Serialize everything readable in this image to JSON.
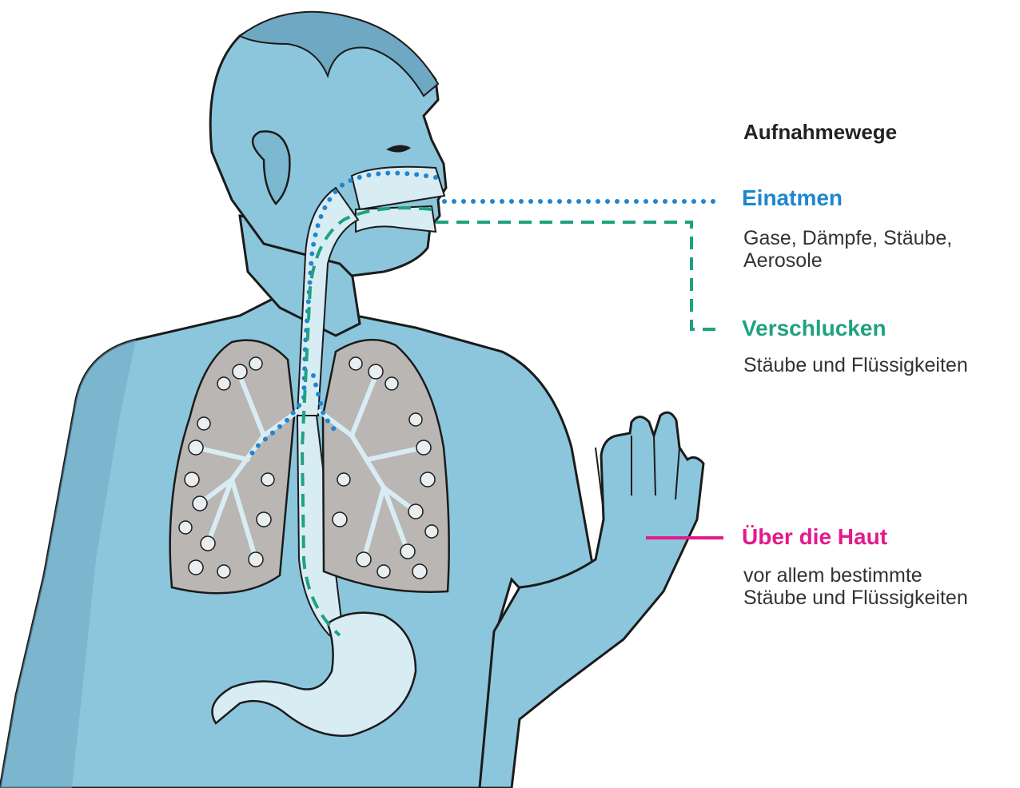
{
  "heading": "Aufnahmewege",
  "routes": [
    {
      "title": "Einatmen",
      "description": "Gase, Dämpfe, Stäube,\nAerosole",
      "color": "#1f86cf",
      "line_style": "dotted"
    },
    {
      "title": "Verschlucken",
      "description": "Stäube und Flüssigkeiten",
      "color": "#1fa281",
      "line_style": "dashed"
    },
    {
      "title": "Über die Haut",
      "description": "vor allem bestimmte\nStäube und Flüssigkeiten",
      "color": "#e4198c",
      "line_style": "solid"
    }
  ],
  "colors": {
    "body": "#8cc6dc",
    "body_shadow": "#6ea8c2",
    "lungs": "#b9b6b4",
    "airway": "#d8ecf4",
    "outline": "#1b1b1b"
  }
}
